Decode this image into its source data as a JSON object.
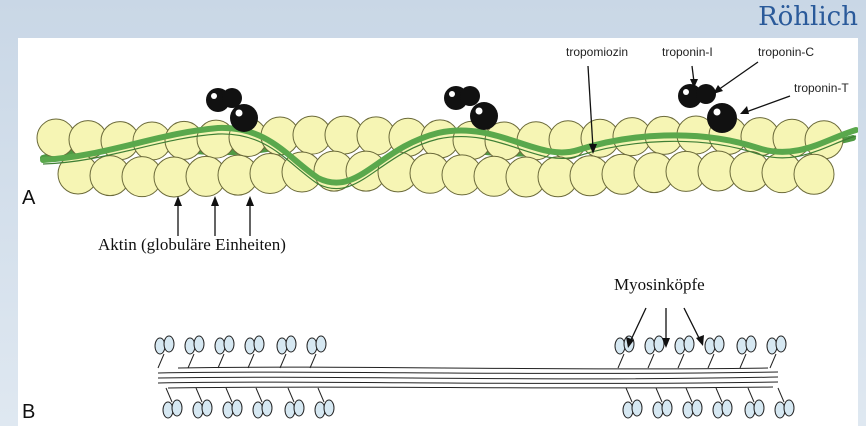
{
  "header": {
    "author": "Röhlich"
  },
  "panel_a": {
    "letter": "A",
    "labels": {
      "tropomyosin": "tropomiozin",
      "troponin_i": "troponin-I",
      "troponin_c": "troponin-C",
      "troponin_t": "troponin-T",
      "actin": "Aktin (globuläre Einheiten)"
    }
  },
  "panel_b": {
    "letter": "B",
    "labels": {
      "myosin_heads": "Myosinköpfe"
    }
  },
  "colors": {
    "actin": "#f6f5b4",
    "actin_stroke": "#6b6a3a",
    "tropomyosin": "#5aa84c",
    "troponin": "#0a0a0a",
    "myosin_head": "#d6e8f2"
  }
}
